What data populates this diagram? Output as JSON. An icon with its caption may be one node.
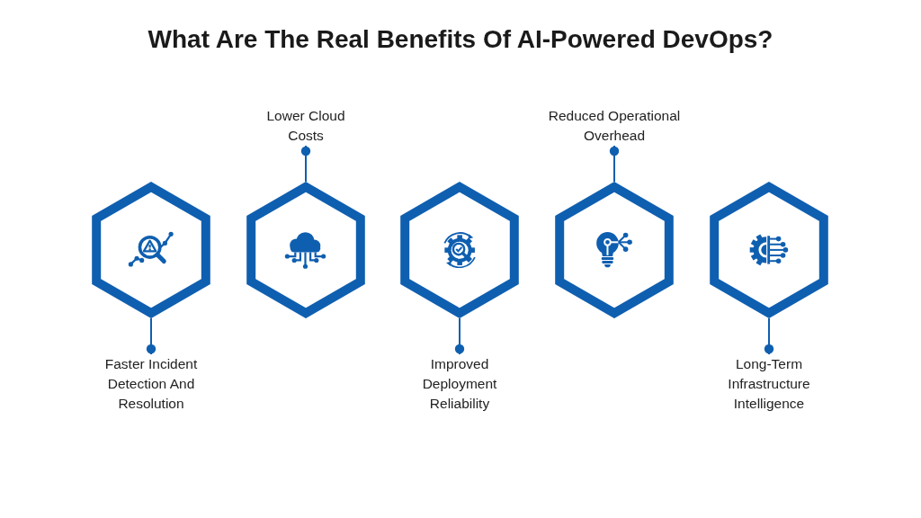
{
  "diagram": {
    "title": "What Are The Real Benefits Of AI-Powered DevOps?",
    "nodes": [
      {
        "text": [
          "Faster Incident Detection And Resolution"
        ]
      },
      {
        "text": [],
        "shape": "hexagon"
      },
      {
        "text": [
          "Lower Cloud Costs"
        ]
      },
      {
        "text": [],
        "shape": "hexagon"
      },
      {
        "text": [
          "Improved Deployment Reliability"
        ]
      },
      {
        "text": [],
        "shape": "hexagon"
      },
      {
        "text": [
          "Reduced Operational Overhead"
        ]
      },
      {
        "text": [],
        "shape": "hexagon"
      },
      {
        "text": [
          "Long-Term Infrastructure Intelligence"
        ]
      },
      {
        "text": [],
        "shape": "hexagon"
      }
    ],
    "edges": [
      {
        "from": 0,
        "to": 1,
        "arrow": "other"
      },
      {
        "from": 2,
        "to": 3,
        "arrow": "other"
      },
      {
        "from": 4,
        "to": 5,
        "arrow": "other"
      },
      {
        "from": 6,
        "to": 7,
        "arrow": "other"
      },
      {
        "from": 8,
        "to": 9,
        "arrow": "other"
      }
    ]
  }
}
